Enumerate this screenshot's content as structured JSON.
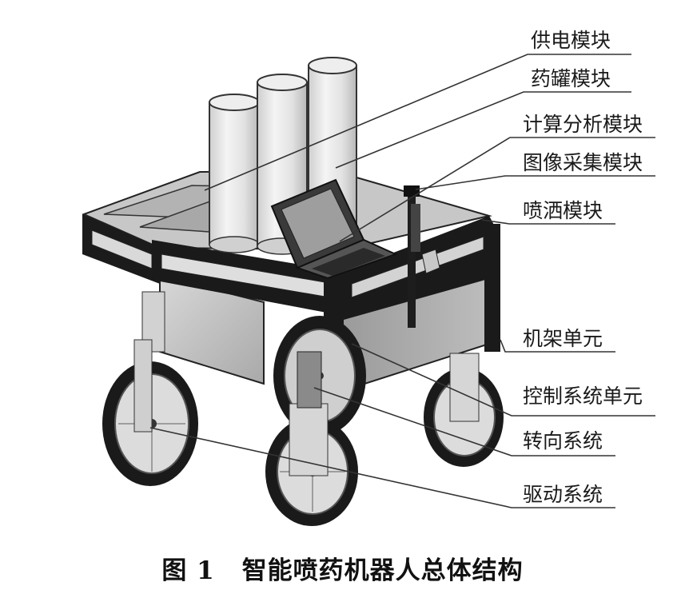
{
  "figure": {
    "labels": {
      "power_module": "供电模块",
      "tank_module": "药罐模块",
      "compute_module": "计算分析模块",
      "camera_module": "图像采集模块",
      "spray_module": "喷洒模块",
      "frame_unit": "机架单元",
      "control_unit": "控制系统单元",
      "steering_system": "转向系统",
      "drive_system": "驱动系统"
    },
    "caption": {
      "number": "图 1",
      "title": "智能喷药机器人总体结构"
    }
  }
}
